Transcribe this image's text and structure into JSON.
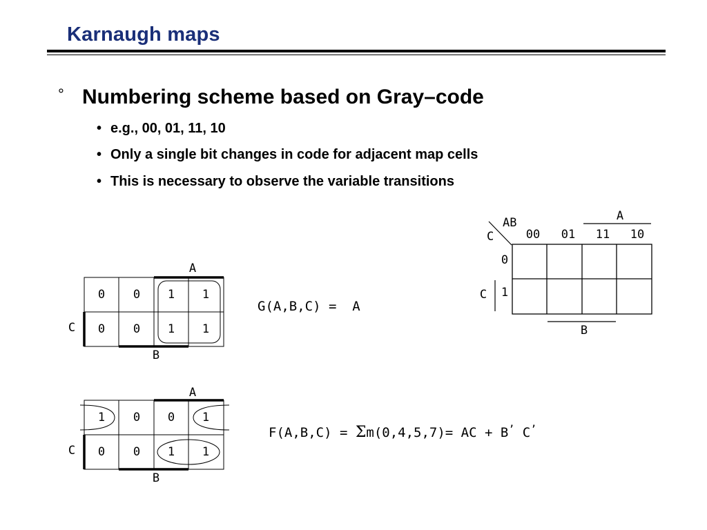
{
  "slide": {
    "title": "Karnaugh maps"
  },
  "bullets": {
    "main_marker": "°",
    "main": "Numbering scheme based on Gray–code",
    "sub_marker": "•",
    "sub": [
      "e.g., 00, 01, 11, 10",
      "Only a single bit changes in code for adjacent map cells",
      "This is necessary to observe the variable transitions"
    ]
  },
  "map_template": {
    "corner_top": "AB",
    "corner_left": "C",
    "col_codes": [
      "00",
      "01",
      "11",
      "10"
    ],
    "row_codes": [
      "0",
      "1"
    ],
    "label_a": "A",
    "label_b": "B",
    "label_c": "C"
  },
  "map_g": {
    "rows": [
      [
        "0",
        "0",
        "1",
        "1"
      ],
      [
        "0",
        "0",
        "1",
        "1"
      ]
    ],
    "label_a": "A",
    "label_b": "B",
    "label_c": "C",
    "equation": "G(A,B,C) =  A"
  },
  "map_f": {
    "rows": [
      [
        "1",
        "0",
        "0",
        "1"
      ],
      [
        "0",
        "0",
        "1",
        "1"
      ]
    ],
    "label_a": "A",
    "label_b": "B",
    "label_c": "C",
    "equation_prefix": "F(A,B,C) = ",
    "sigma": "Σ",
    "equation_terms": "m(0,4,5,7)= AC + B",
    "prime1": "’",
    "equation_c": " C",
    "prime2": "’"
  }
}
